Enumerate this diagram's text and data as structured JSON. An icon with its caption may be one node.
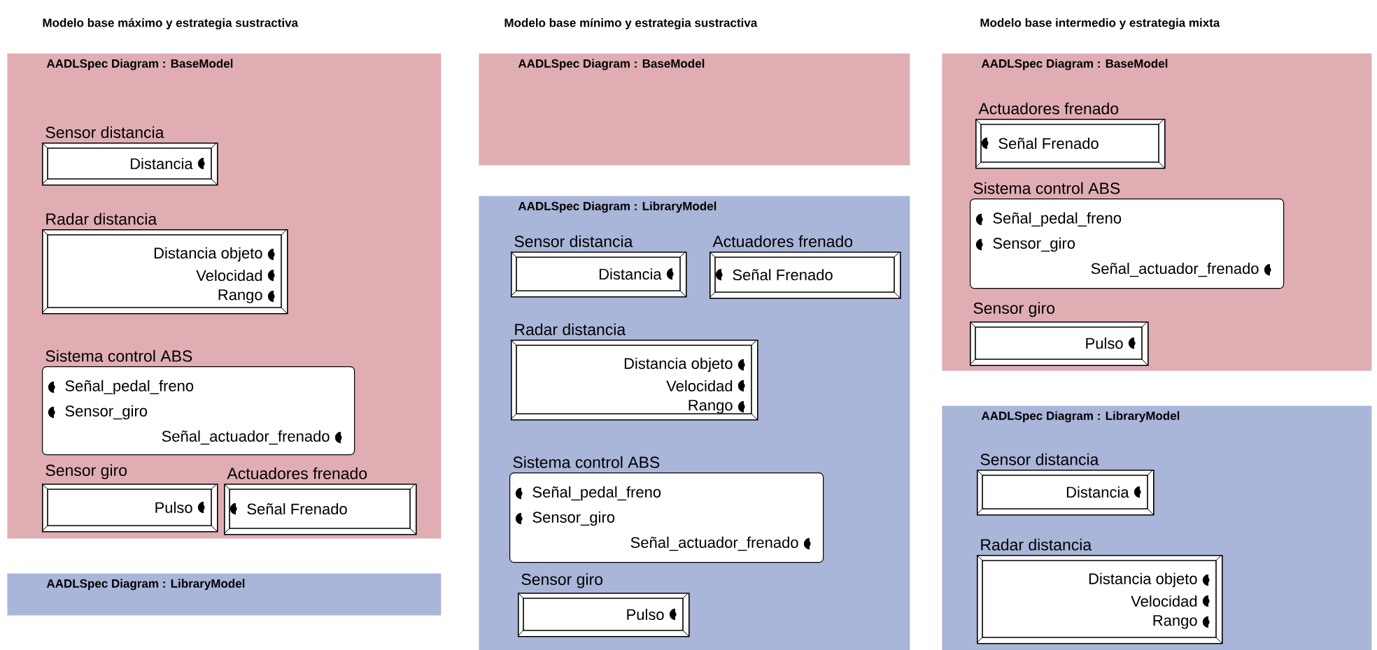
{
  "diagram": {
    "nodes": [
      {
        "text": [
          "AADLSpec Diagram : BaseModel"
        ]
      },
      {
        "text": [
          "Sensor distancia",
          "Distancia"
        ],
        "in": 0
      },
      {
        "text": [
          "Radar distancia",
          "Distancia objeto",
          "Velocidad",
          "Rango"
        ],
        "in": 0
      },
      {
        "text": [
          "Sistema control ABS",
          "Señal_pedal_freno",
          "Sensor_giro",
          "Señal_actuador_frenado"
        ],
        "in": 0
      },
      {
        "text": [
          "Sensor giro",
          "Pulso"
        ],
        "in": 0
      },
      {
        "text": [
          "Actuadores frenado",
          "Señal Frenado"
        ],
        "in": 0
      },
      {
        "text": [
          "AADLSpec Diagram : LibraryModel"
        ]
      },
      {
        "text": [
          "AADLSpec Diagram : BaseModel"
        ]
      },
      {
        "text": [
          "AADLSpec Diagram : LibraryModel"
        ]
      },
      {
        "text": [
          "Sensor distancia",
          "Distancia"
        ],
        "in": 8
      },
      {
        "text": [
          "Actuadores frenado",
          "Señal Frenado"
        ],
        "in": 8
      },
      {
        "text": [
          "Radar distancia",
          "Distancia objeto",
          "Velocidad",
          "Rango"
        ],
        "in": 8
      },
      {
        "text": [
          "Sistema control ABS",
          "Señal_pedal_freno",
          "Sensor_giro",
          "Señal_actuador_frenado"
        ],
        "in": 8
      },
      {
        "text": [
          "Sensor giro",
          "Pulso"
        ],
        "in": 8
      },
      {
        "text": [
          "AADLSpec Diagram : BaseModel"
        ]
      },
      {
        "text": [
          "Actuadores frenado",
          "Señal Frenado"
        ],
        "in": 14
      },
      {
        "text": [
          "Sistema control ABS",
          "Señal_pedal_freno",
          "Sensor_giro",
          "Señal_actuador_frenado"
        ],
        "in": 14
      },
      {
        "text": [
          "Sensor giro",
          "Pulso"
        ],
        "in": 14
      },
      {
        "text": [
          "AADLSpec Diagram : LibraryModel"
        ]
      },
      {
        "text": [
          "Sensor distancia",
          "Distancia"
        ],
        "in": 18
      },
      {
        "text": [
          "Radar distancia",
          "Distancia objeto",
          "Velocidad",
          "Rango"
        ],
        "in": 18
      }
    ],
    "labels": [
      "Modelo base máximo y estrategia sustractiva",
      "Modelo base mínimo y estrategia sustractiva",
      "Modelo base intermedio y estrategia mixta"
    ]
  }
}
